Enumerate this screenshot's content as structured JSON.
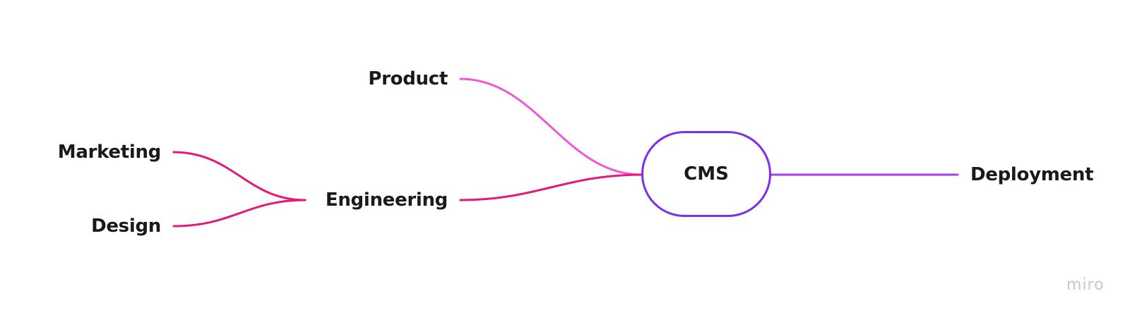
{
  "mindmap": {
    "root": {
      "label": "CMS",
      "border_color": "#7b2ff0"
    },
    "nodes": [
      {
        "id": "product",
        "label": "Product",
        "parent": "root",
        "edge_color": "#f255e0"
      },
      {
        "id": "engineering",
        "label": "Engineering",
        "parent": "root",
        "edge_color": "#ea1678"
      },
      {
        "id": "marketing",
        "label": "Marketing",
        "parent": "engineering",
        "edge_color": "#ea1678"
      },
      {
        "id": "design",
        "label": "Design",
        "parent": "engineering",
        "edge_color": "#ea1678"
      },
      {
        "id": "deployment",
        "label": "Deployment",
        "parent": "root",
        "edge_color": "#a53ff0"
      }
    ]
  },
  "watermark": "miro"
}
